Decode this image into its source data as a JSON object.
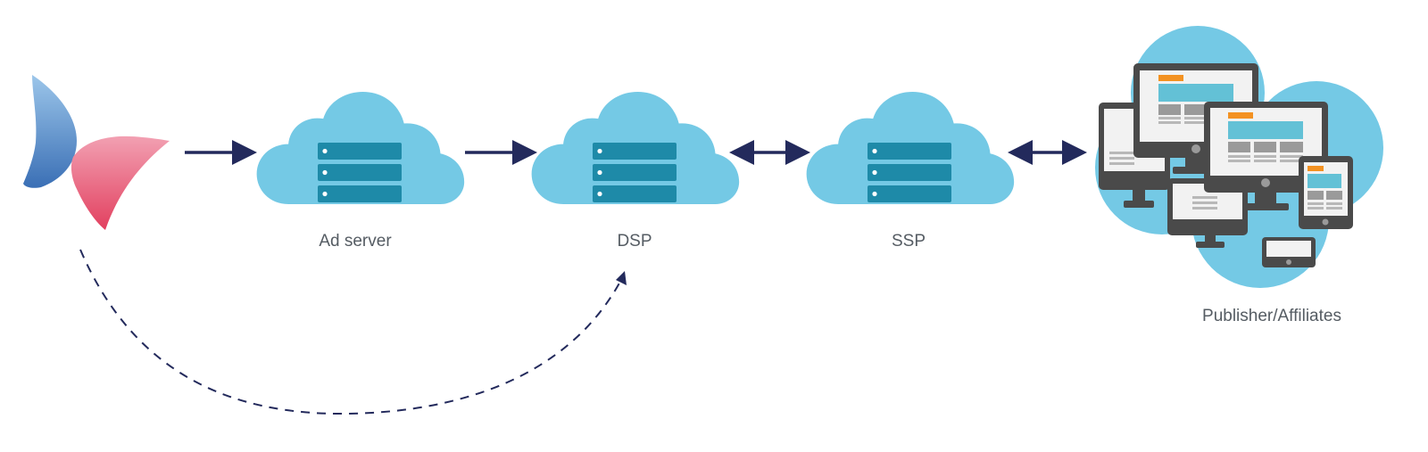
{
  "nodes": {
    "ad_server": {
      "label": "Ad server"
    },
    "dsp": {
      "label": "DSP"
    },
    "ssp": {
      "label": "SSP"
    },
    "publishers": {
      "label": "Publisher/Affiliates"
    }
  },
  "colors": {
    "cloud": "#74c9e5",
    "server_slot": "#1e8aa8",
    "server_led": "#ffffff",
    "arrow": "#232a5c",
    "label": "#555c63",
    "logo_blue": "#3f74b8",
    "logo_pink": "#e64a6f",
    "monitor_frame": "#4a4a4a",
    "screen_header": "#f39222"
  }
}
